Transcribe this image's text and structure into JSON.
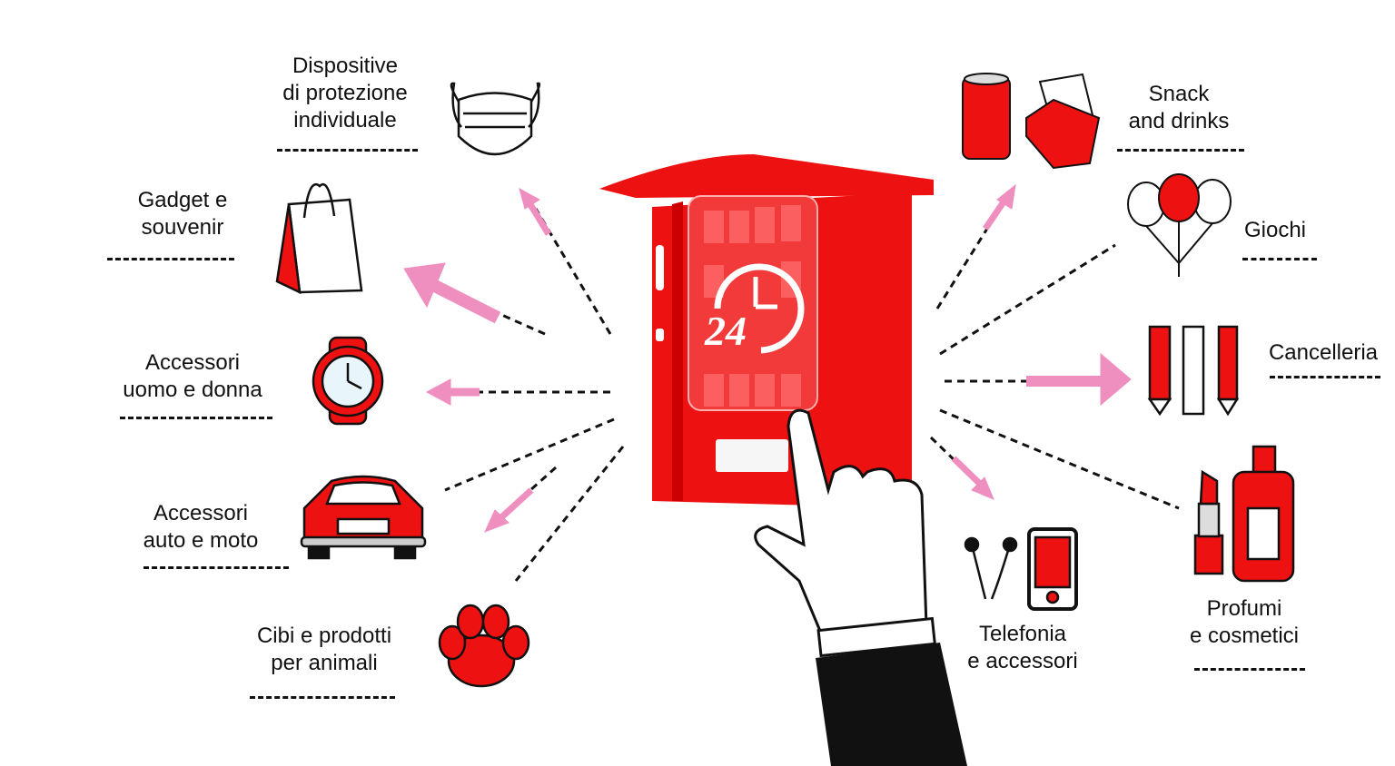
{
  "colors": {
    "accent": "#ee1111",
    "arrow": "#ef8fbf",
    "text": "#111111"
  },
  "center": {
    "clock_label": "24"
  },
  "categories_left": [
    {
      "id": "ppe",
      "lines": [
        "Dispositive",
        "di protezione",
        "individuale"
      ],
      "icon": "face-mask-icon"
    },
    {
      "id": "gadget",
      "lines": [
        "Gadget e",
        "souvenir"
      ],
      "icon": "shopping-bag-icon"
    },
    {
      "id": "accessories",
      "lines": [
        "Accessori",
        "uomo e donna"
      ],
      "icon": "watch-icon"
    },
    {
      "id": "auto",
      "lines": [
        "Accessori",
        "auto e moto"
      ],
      "icon": "car-icon"
    },
    {
      "id": "pets",
      "lines": [
        "Cibi e prodotti",
        "per animali"
      ],
      "icon": "paw-icon"
    }
  ],
  "categories_right": [
    {
      "id": "snack",
      "lines": [
        "Snack",
        "and drinks"
      ],
      "icon": "snack-drink-icon"
    },
    {
      "id": "games",
      "lines": [
        "Giochi"
      ],
      "icon": "balloons-icon"
    },
    {
      "id": "stationery",
      "lines": [
        "Cancelleria"
      ],
      "icon": "stationery-icon"
    },
    {
      "id": "phone",
      "lines": [
        "Telefonia",
        "e accessori"
      ],
      "icon": "phone-icon"
    },
    {
      "id": "cosmetics",
      "lines": [
        "Profumi",
        "e cosmetici"
      ],
      "icon": "cosmetics-icon"
    }
  ]
}
